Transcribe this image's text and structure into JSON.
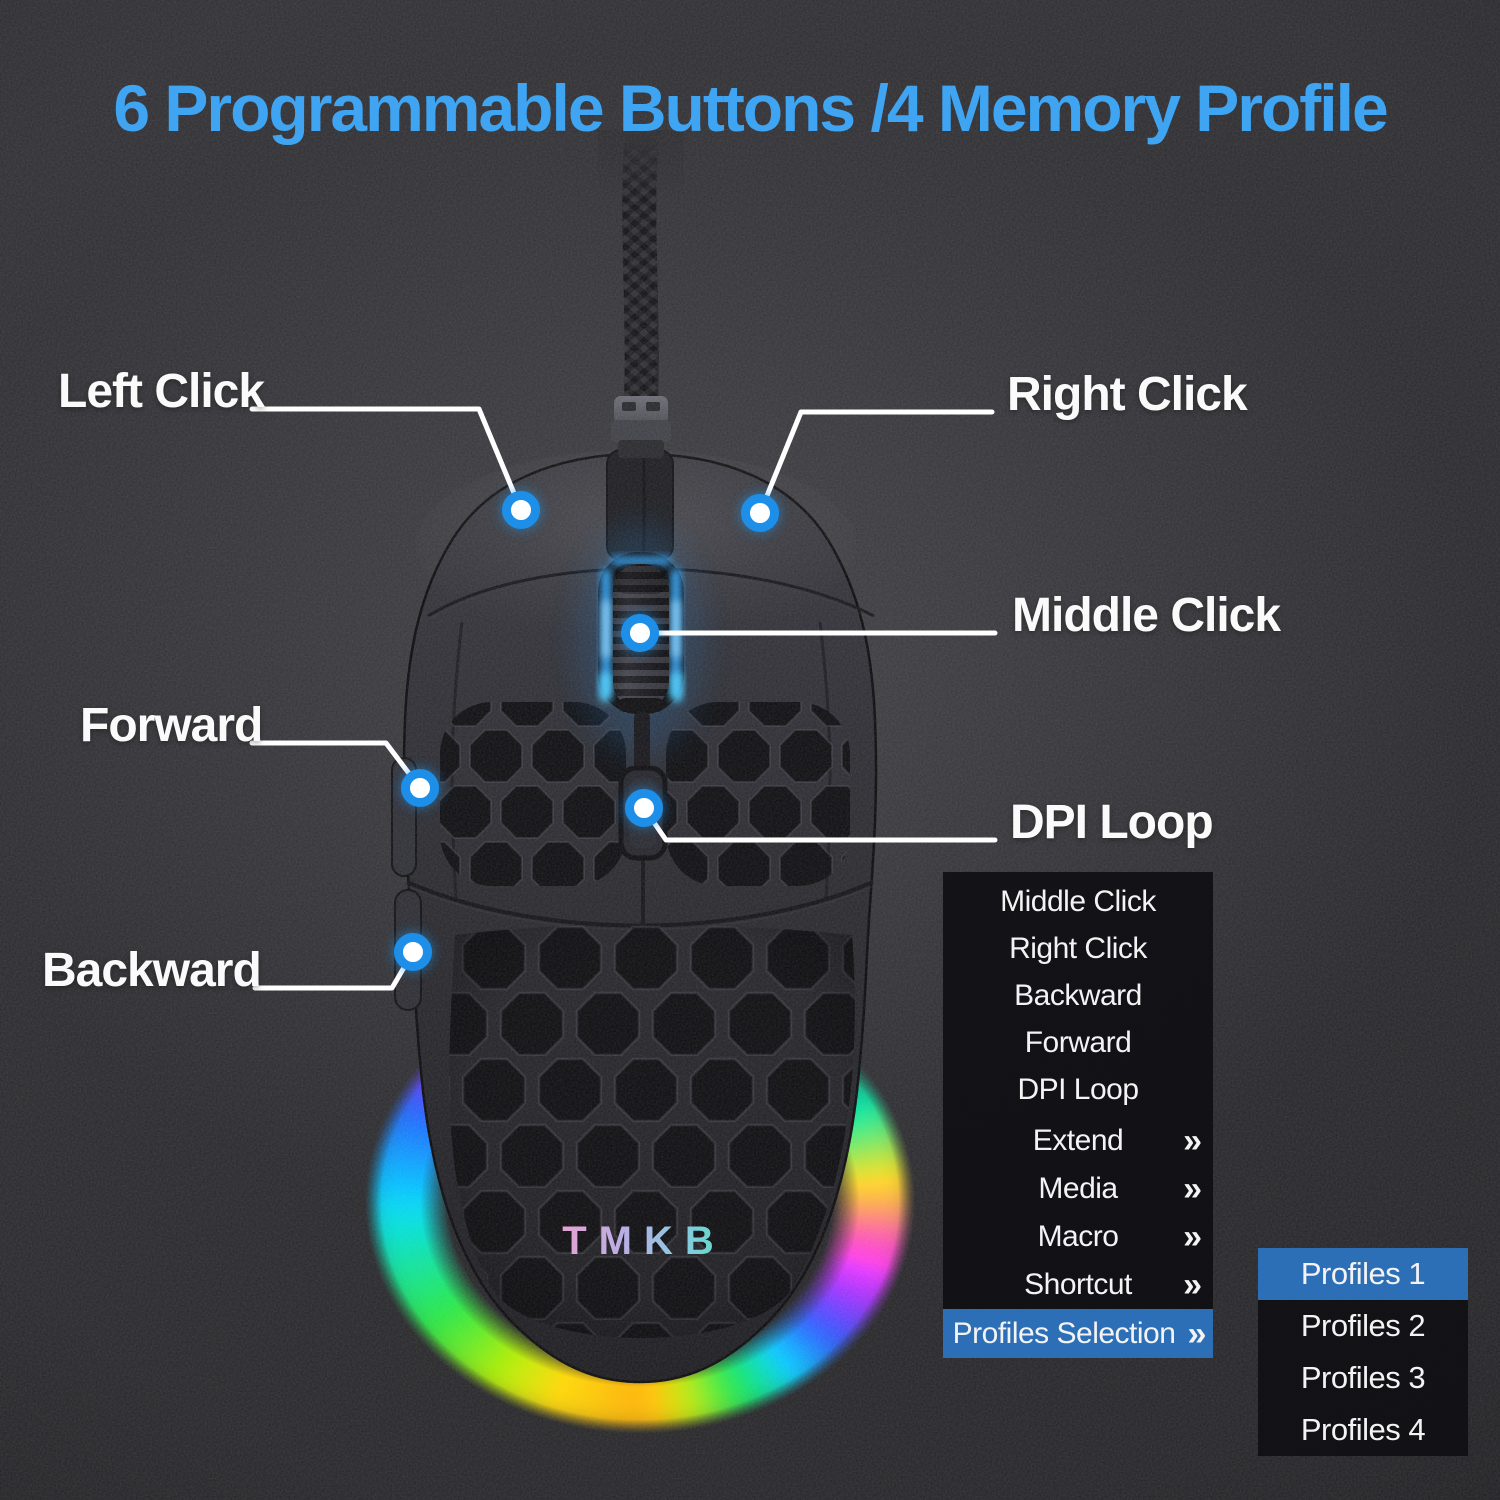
{
  "header": {
    "title": "6 Programmable Buttons /4 Memory Profile"
  },
  "colors": {
    "title_blue": "#3FA5F2",
    "menu_highlight_blue": "#2D6FB7",
    "marker_ring_blue": "#1E8FE8",
    "wheel_glow_blue": "#2F9FF0",
    "label_white": "#FAFAFA"
  },
  "callouts": {
    "left_click": "Left Click",
    "right_click": "Right Click",
    "middle_click": "Middle Click",
    "forward": "Forward",
    "dpi_loop": "DPI Loop",
    "backward": "Backward"
  },
  "mouse": {
    "logo_text": "TMKB"
  },
  "menu": {
    "items": [
      {
        "label": "Middle Click",
        "arrow": "",
        "selected": false
      },
      {
        "label": "Right Click",
        "arrow": "",
        "selected": false
      },
      {
        "label": "Backward",
        "arrow": "",
        "selected": false
      },
      {
        "label": "Forward",
        "arrow": "",
        "selected": false
      },
      {
        "label": "DPI Loop",
        "arrow": "",
        "selected": false
      },
      {
        "label": "Extend",
        "arrow": "»",
        "selected": false
      },
      {
        "label": "Media",
        "arrow": "»",
        "selected": false
      },
      {
        "label": "Macro",
        "arrow": "»",
        "selected": false
      },
      {
        "label": "Shortcut",
        "arrow": "»",
        "selected": false
      },
      {
        "label": "Profiles Selection",
        "arrow": "»",
        "selected": true
      }
    ],
    "submenu": {
      "items": [
        "Profiles 1",
        "Profiles 2",
        "Profiles 3",
        "Profiles 4"
      ],
      "selected_index": 0
    }
  }
}
